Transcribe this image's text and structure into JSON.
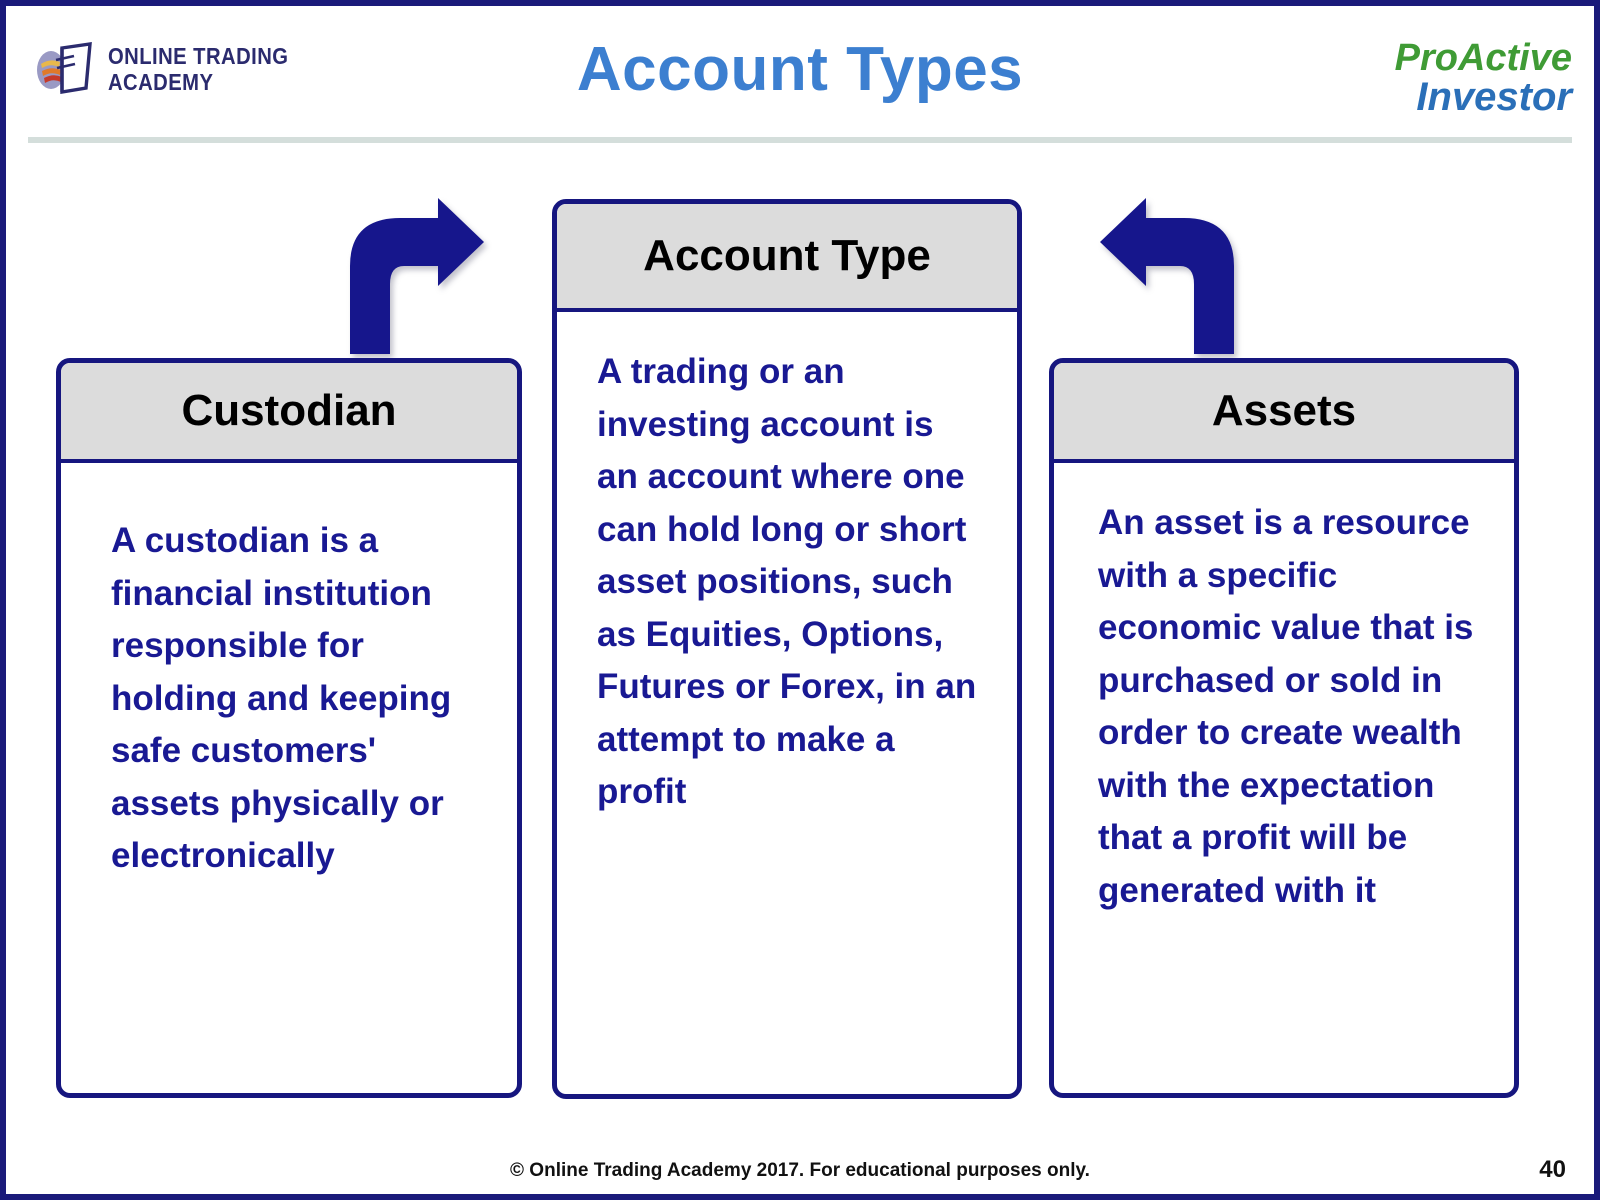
{
  "slide": {
    "title": "Account Types",
    "page_number": "40",
    "copyright": "© Online Trading Academy 2017. For educational purposes only.",
    "border_color": "#1a1a7a",
    "title_color": "#3c7fd0",
    "body_text_color": "#191993",
    "card_border_color": "#16167f",
    "card_header_bg": "#dcdcdc",
    "rule_color": "#d4dedb"
  },
  "logos": {
    "left": {
      "icon": "book-sail-logo-icon",
      "line1": "Online Trading",
      "line2": "Academy",
      "color": "#2b2b6e"
    },
    "right": {
      "pro_text": "ProActive",
      "pro_color": "#3f9b35",
      "investor_text": "Investor",
      "investor_color": "#2a6fb8"
    }
  },
  "arrows": [
    {
      "name": "arrow-custodian",
      "direction": "up-right",
      "color": "#16168c"
    },
    {
      "name": "arrow-assets",
      "direction": "up-left",
      "color": "#16168c"
    }
  ],
  "cards": {
    "center": {
      "header": "Account Type",
      "body": "A trading or an investing account is an account where one can hold long or short asset positions, such as Equities, Options, Futures or Forex, in an attempt to make a profit"
    },
    "left": {
      "header": "Custodian",
      "body": "A custodian is a financial institution responsible for holding and keeping safe customers' assets physically or electronically"
    },
    "right": {
      "header": "Assets",
      "body": "An asset is a resource with a specific economic value that is purchased or sold in order to create wealth with the expectation that a profit will be generated with it"
    }
  }
}
